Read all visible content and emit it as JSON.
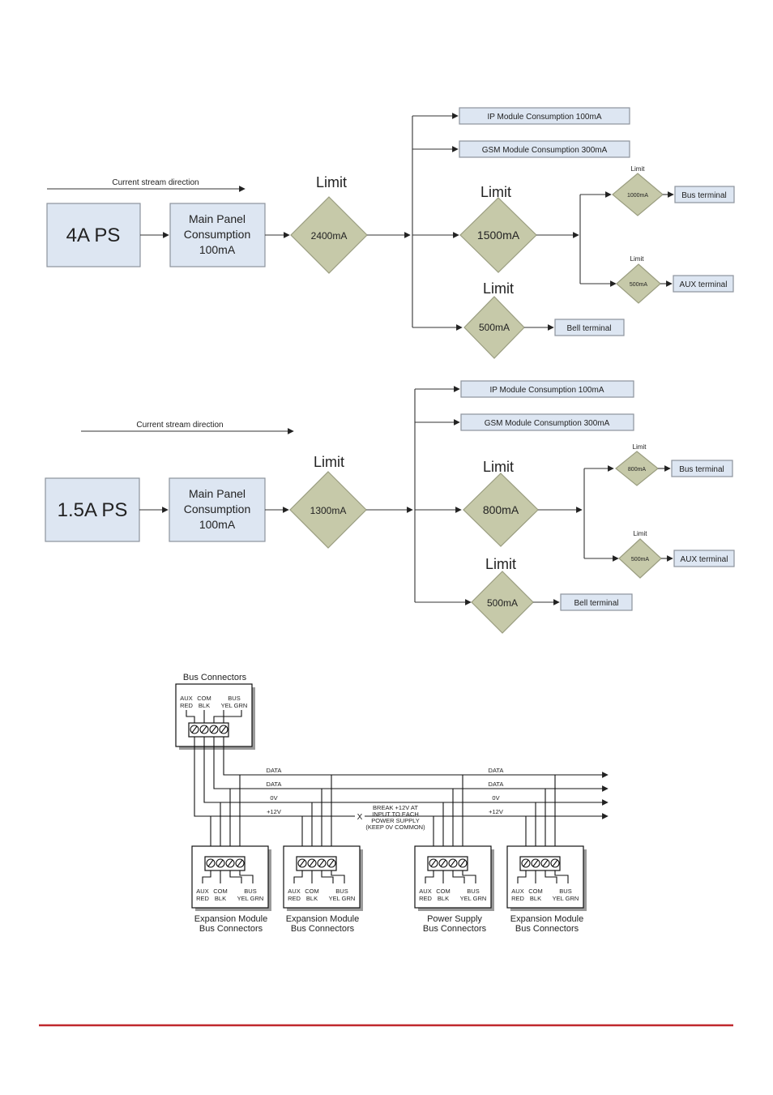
{
  "diagram1": {
    "direction_label": "Current stream direction",
    "ps_label": "4A PS",
    "main_panel": [
      "Main Panel",
      "Consumption",
      "100mA"
    ],
    "limit_main": "2400mA",
    "limit_word": "Limit",
    "ip_module": "IP Module Consumption 100mA",
    "gsm_module": "GSM Module Consumption 300mA",
    "limit_branch": "1500mA",
    "limit_bus": "1000mA",
    "limit_aux": "500mA",
    "limit_bell": "500mA",
    "bus_terminal": "Bus terminal",
    "aux_terminal": "AUX terminal",
    "bell_terminal": "Bell terminal"
  },
  "diagram2": {
    "direction_label": "Current stream direction",
    "ps_label": "1.5A PS",
    "main_panel": [
      "Main Panel",
      "Consumption",
      "100mA"
    ],
    "limit_main": "1300mA",
    "limit_word": "Limit",
    "ip_module": "IP Module Consumption 100mA",
    "gsm_module": "GSM Module Consumption 300mA",
    "limit_branch": "800mA",
    "limit_bus": "800mA",
    "limit_aux": "500mA",
    "limit_bell": "500mA",
    "bus_terminal": "Bus terminal",
    "aux_terminal": "AUX terminal",
    "bell_terminal": "Bell terminal"
  },
  "wiring": {
    "title": "Bus Connectors",
    "pins_top": [
      "AUX",
      "COM",
      "BUS"
    ],
    "pins_bottom": [
      "RED",
      "BLK",
      "YEL GRN"
    ],
    "lines": [
      "DATA",
      "DATA",
      "0V",
      "+12V"
    ],
    "break_note": [
      "BREAK +12V AT",
      "INPUT TO EACH",
      "POWER SUPPLY",
      "(KEEP 0V COMMON)"
    ],
    "break_mark": "X",
    "modules": [
      [
        "Expansion Module",
        "Bus Connectors"
      ],
      [
        "Expansion Module",
        "Bus Connectors"
      ],
      [
        "Power Supply",
        "Bus Connectors"
      ],
      [
        "Expansion Module",
        "Bus Connectors"
      ]
    ]
  }
}
